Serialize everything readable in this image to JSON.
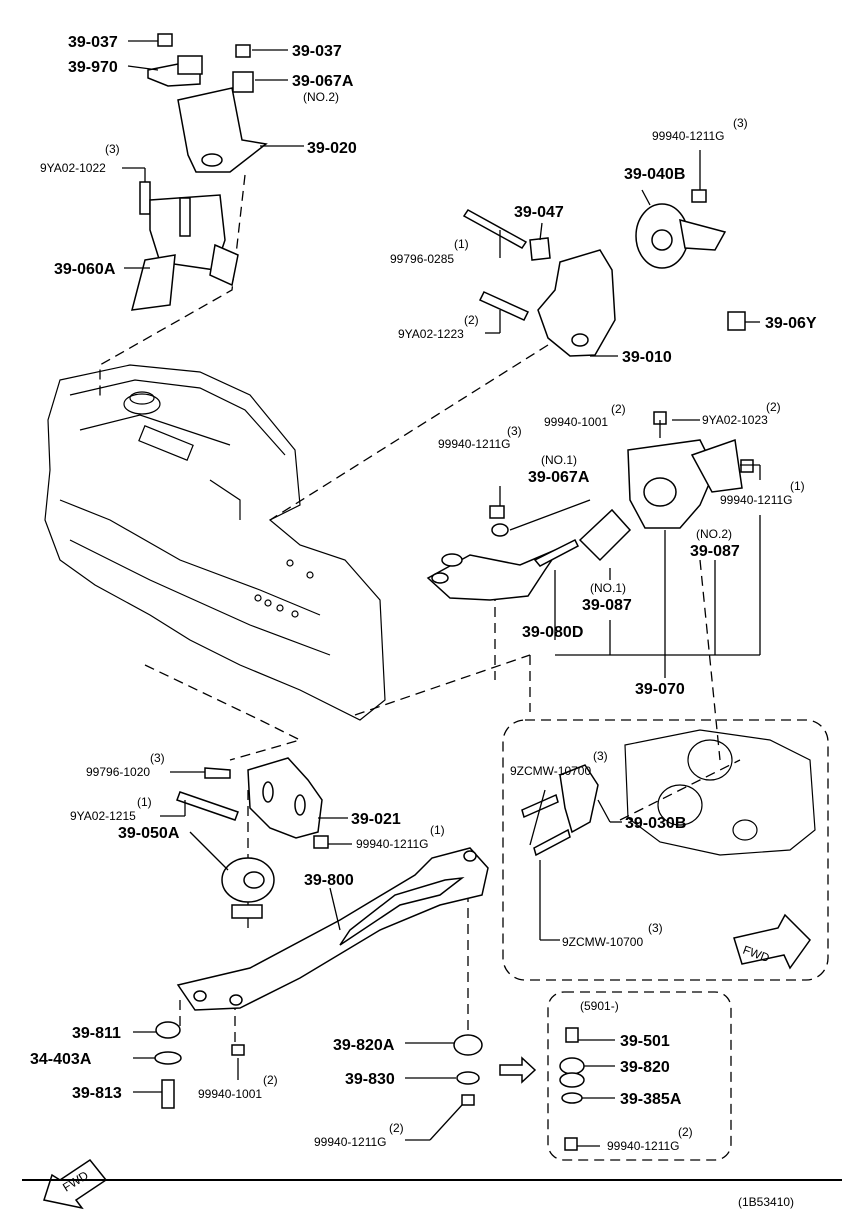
{
  "footer": {
    "ref": "(1B53410)"
  },
  "inset": {
    "label": "(5901-)"
  },
  "fwd": {
    "label": "FWD"
  },
  "callouts": {
    "c1": {
      "code": "39-037",
      "qty": "",
      "note": ""
    },
    "c2": {
      "code": "39-970",
      "qty": "",
      "note": ""
    },
    "c3": {
      "code": "39-037",
      "qty": "",
      "note": ""
    },
    "c4": {
      "code": "39-067A",
      "qty": "",
      "note": "(NO.2)"
    },
    "c5": {
      "code": "39-020",
      "qty": "",
      "note": ""
    },
    "c6": {
      "code": "9YA02-1022",
      "qty": "(3)",
      "note": ""
    },
    "c7": {
      "code": "39-060A",
      "qty": "",
      "note": ""
    },
    "c8": {
      "code": "99940-1211G",
      "qty": "(3)",
      "note": ""
    },
    "c9": {
      "code": "39-040B",
      "qty": "",
      "note": ""
    },
    "c10": {
      "code": "39-047",
      "qty": "",
      "note": ""
    },
    "c11": {
      "code": "99796-0285",
      "qty": "(1)",
      "note": ""
    },
    "c12": {
      "code": "9YA02-1223",
      "qty": "(2)",
      "note": ""
    },
    "c13": {
      "code": "39-06Y",
      "qty": "",
      "note": ""
    },
    "c14": {
      "code": "39-010",
      "qty": "",
      "note": ""
    },
    "c15": {
      "code": "99940-1001",
      "qty": "(2)",
      "note": ""
    },
    "c16": {
      "code": "9YA02-1023",
      "qty": "(2)",
      "note": ""
    },
    "c17": {
      "code": "99940-1211G",
      "qty": "(3)",
      "note": ""
    },
    "c18": {
      "code": "39-067A",
      "qty": "",
      "note": "(NO.1)"
    },
    "c19": {
      "code": "99940-1211G",
      "qty": "(1)",
      "note": ""
    },
    "c20": {
      "code": "39-087",
      "qty": "",
      "note": "(NO.2)"
    },
    "c21": {
      "code": "39-087",
      "qty": "",
      "note": "(NO.1)"
    },
    "c22": {
      "code": "39-080D",
      "qty": "",
      "note": ""
    },
    "c23": {
      "code": "39-070",
      "qty": "",
      "note": ""
    },
    "c24": {
      "code": "99796-1020",
      "qty": "(3)",
      "note": ""
    },
    "c25": {
      "code": "9YA02-1215",
      "qty": "(1)",
      "note": ""
    },
    "c26": {
      "code": "39-021",
      "qty": "",
      "note": ""
    },
    "c27": {
      "code": "99940-1211G",
      "qty": "(1)",
      "note": ""
    },
    "c28": {
      "code": "39-050A",
      "qty": "",
      "note": ""
    },
    "c29": {
      "code": "39-800",
      "qty": "",
      "note": ""
    },
    "c30": {
      "code": "9ZCMW-10700",
      "qty": "(3)",
      "note": ""
    },
    "c31": {
      "code": "39-030B",
      "qty": "",
      "note": ""
    },
    "c32": {
      "code": "9ZCMW-10700",
      "qty": "(3)",
      "note": ""
    },
    "c33": {
      "code": "39-811",
      "qty": "",
      "note": ""
    },
    "c34": {
      "code": "34-403A",
      "qty": "",
      "note": ""
    },
    "c35": {
      "code": "39-813",
      "qty": "",
      "note": ""
    },
    "c36": {
      "code": "99940-1001",
      "qty": "(2)",
      "note": ""
    },
    "c37": {
      "code": "39-820A",
      "qty": "",
      "note": ""
    },
    "c38": {
      "code": "39-830",
      "qty": "",
      "note": ""
    },
    "c39": {
      "code": "99940-1211G",
      "qty": "(2)",
      "note": ""
    },
    "c40": {
      "code": "39-501",
      "qty": "",
      "note": ""
    },
    "c41": {
      "code": "39-820",
      "qty": "",
      "note": ""
    },
    "c42": {
      "code": "39-385A",
      "qty": "",
      "note": ""
    },
    "c43": {
      "code": "99940-1211G",
      "qty": "(2)",
      "note": ""
    }
  }
}
